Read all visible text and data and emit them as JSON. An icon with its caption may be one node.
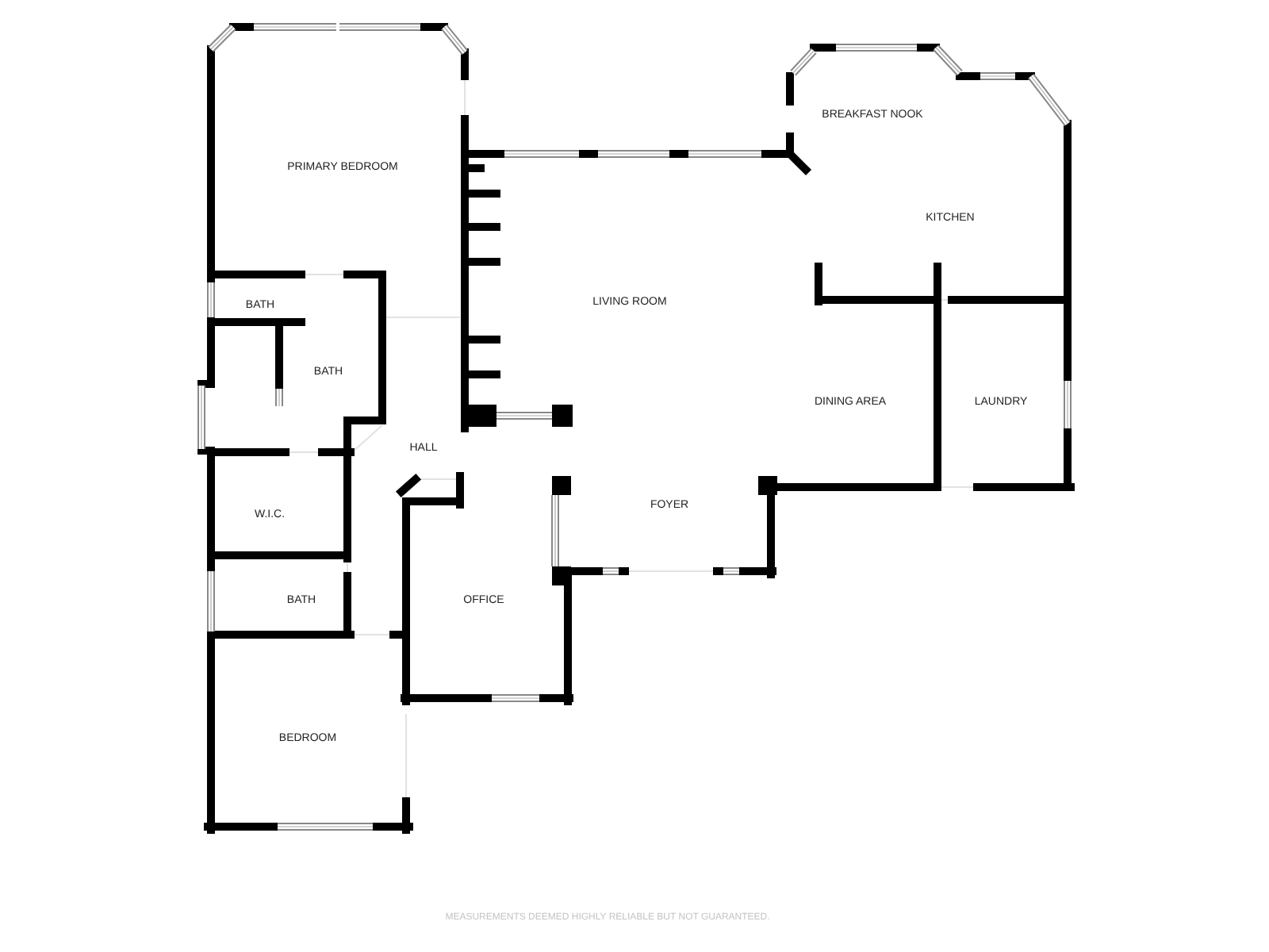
{
  "diagram": {
    "labels": [
      "PRIMARY BEDROOM",
      "BREAKFAST NOOK",
      "KITCHEN",
      "LIVING ROOM",
      "BATH",
      "BATH",
      "DINING AREA",
      "LAUNDRY",
      "HALL",
      "FOYER",
      "W.I.C.",
      "BATH",
      "OFFICE",
      "BEDROOM",
      "MEASUREMENTS DEEMED HIGHLY RELIABLE BUT NOT GUARANTEED."
    ]
  }
}
